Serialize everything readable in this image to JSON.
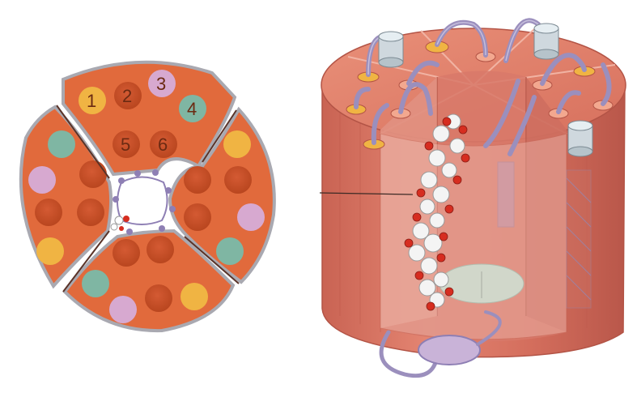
{
  "diagram": {
    "left_panel": {
      "helix_labels": [
        "1",
        "2",
        "3",
        "4",
        "5",
        "6"
      ]
    },
    "colors": {
      "subunit": "#e16a3c",
      "helix": "#c84e2a",
      "outline": "#a9a9b1",
      "yellow": "#f0b443",
      "teal": "#7fb6a3",
      "lilac": "#d7a9d0",
      "cylinder": "#dd7664",
      "cylinder_dark": "#c85e50",
      "tube": "#9b8fbd"
    }
  }
}
